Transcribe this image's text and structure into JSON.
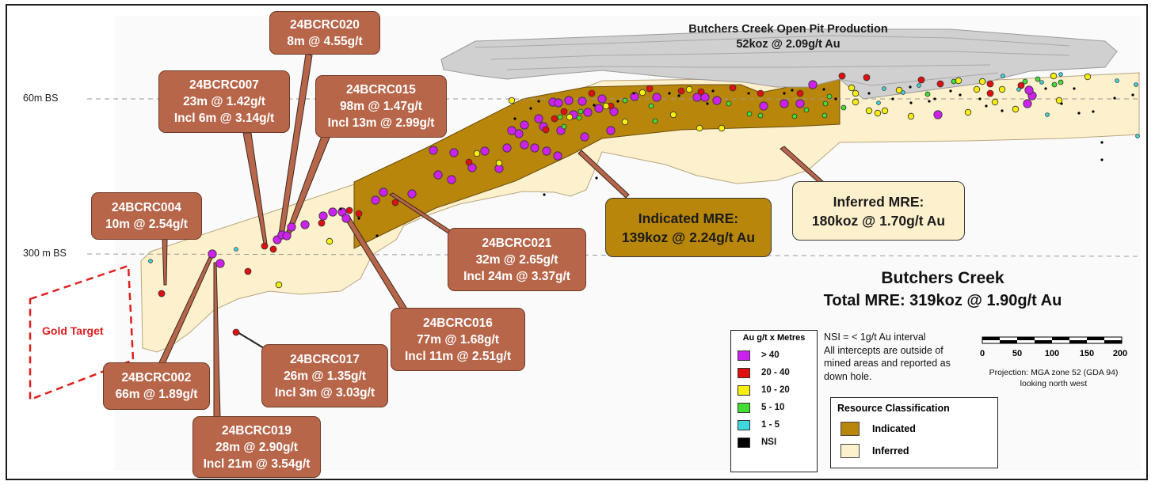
{
  "pit": {
    "title": "Butchers Creek Open Pit Production",
    "subtitle": "52koz @ 2.09g/t Au"
  },
  "depths": {
    "upper": "60m BS",
    "lower": "300 m BS"
  },
  "gold_target": "Gold Target",
  "total_mre": {
    "line1": "Butchers Creek",
    "line2": "Total MRE: 319koz @ 1.90g/t Au"
  },
  "indicated_box": {
    "line1": "Indicated MRE:",
    "line2": "139koz @ 2.24g/t Au",
    "color": "#b8860b"
  },
  "inferred_box": {
    "line1": "Inferred MRE:",
    "line2": "180koz @ 1.70g/t Au",
    "color": "#fdf0cc"
  },
  "callouts": [
    {
      "id": "24BCRC020",
      "lines": [
        "24BCRC020",
        "8m @ 4.55g/t"
      ]
    },
    {
      "id": "24BCRC007",
      "lines": [
        "24BCRC007",
        "23m @ 1.42g/t",
        "Incl 6m @ 3.14g/t"
      ]
    },
    {
      "id": "24BCRC015",
      "lines": [
        "24BCRC015",
        "98m @ 1.47g/t",
        "Incl 13m @ 2.99g/t"
      ]
    },
    {
      "id": "24BCRC004",
      "lines": [
        "24BCRC004",
        "10m @ 2.54g/t"
      ]
    },
    {
      "id": "24BCRC021",
      "lines": [
        "24BCRC021",
        "32m @ 2.65g/t",
        "Incl 24m @ 3.37g/t"
      ]
    },
    {
      "id": "24BCRC016",
      "lines": [
        "24BCRC016",
        "77m @ 1.68g/t",
        "Incl 11m @ 2.51g/t"
      ]
    },
    {
      "id": "24BCRC017",
      "lines": [
        "24BCRC017",
        "26m @ 1.35g/t",
        "Incl 3m @ 3.03g/t"
      ]
    },
    {
      "id": "24BCRC002",
      "lines": [
        "24BCRC002",
        "66m @ 1.89g/t"
      ]
    },
    {
      "id": "24BCRC019",
      "lines": [
        "24BCRC019",
        "28m @ 2.90g/t",
        "Incl 21m @ 3.54g/t"
      ]
    }
  ],
  "legend": {
    "title": "Au g/t x Metres",
    "items": [
      {
        "label": "> 40",
        "color": "#cc22ee"
      },
      {
        "label": "20 - 40",
        "color": "#e01010"
      },
      {
        "label": "10 - 20",
        "color": "#f5ee10"
      },
      {
        "label": "5 - 10",
        "color": "#44dd33"
      },
      {
        "label": "1 - 5",
        "color": "#3ed6df"
      },
      {
        "label": "NSI",
        "color": "#000000"
      }
    ]
  },
  "nsi_note": [
    "NSI = < 1g/t Au interval",
    "All intercepts are outside of",
    "mined areas and reported as",
    "down hole."
  ],
  "scale_bar": {
    "ticks": [
      "0",
      "50",
      "100",
      "150",
      "200"
    ]
  },
  "projection": [
    "Projection: MGA zone 52 (GDA 94)",
    "looking north west"
  ],
  "resource_classification": {
    "title": "Resource Classification",
    "items": [
      {
        "label": "Indicated",
        "color": "#b8860b"
      },
      {
        "label": "Inferred",
        "color": "#fdf0cc"
      }
    ]
  },
  "colors": {
    "callout": "#b8664a",
    "indicated": "#b8860b",
    "inferred": "#fdf0cc",
    "pit": "#cfcfcf"
  }
}
